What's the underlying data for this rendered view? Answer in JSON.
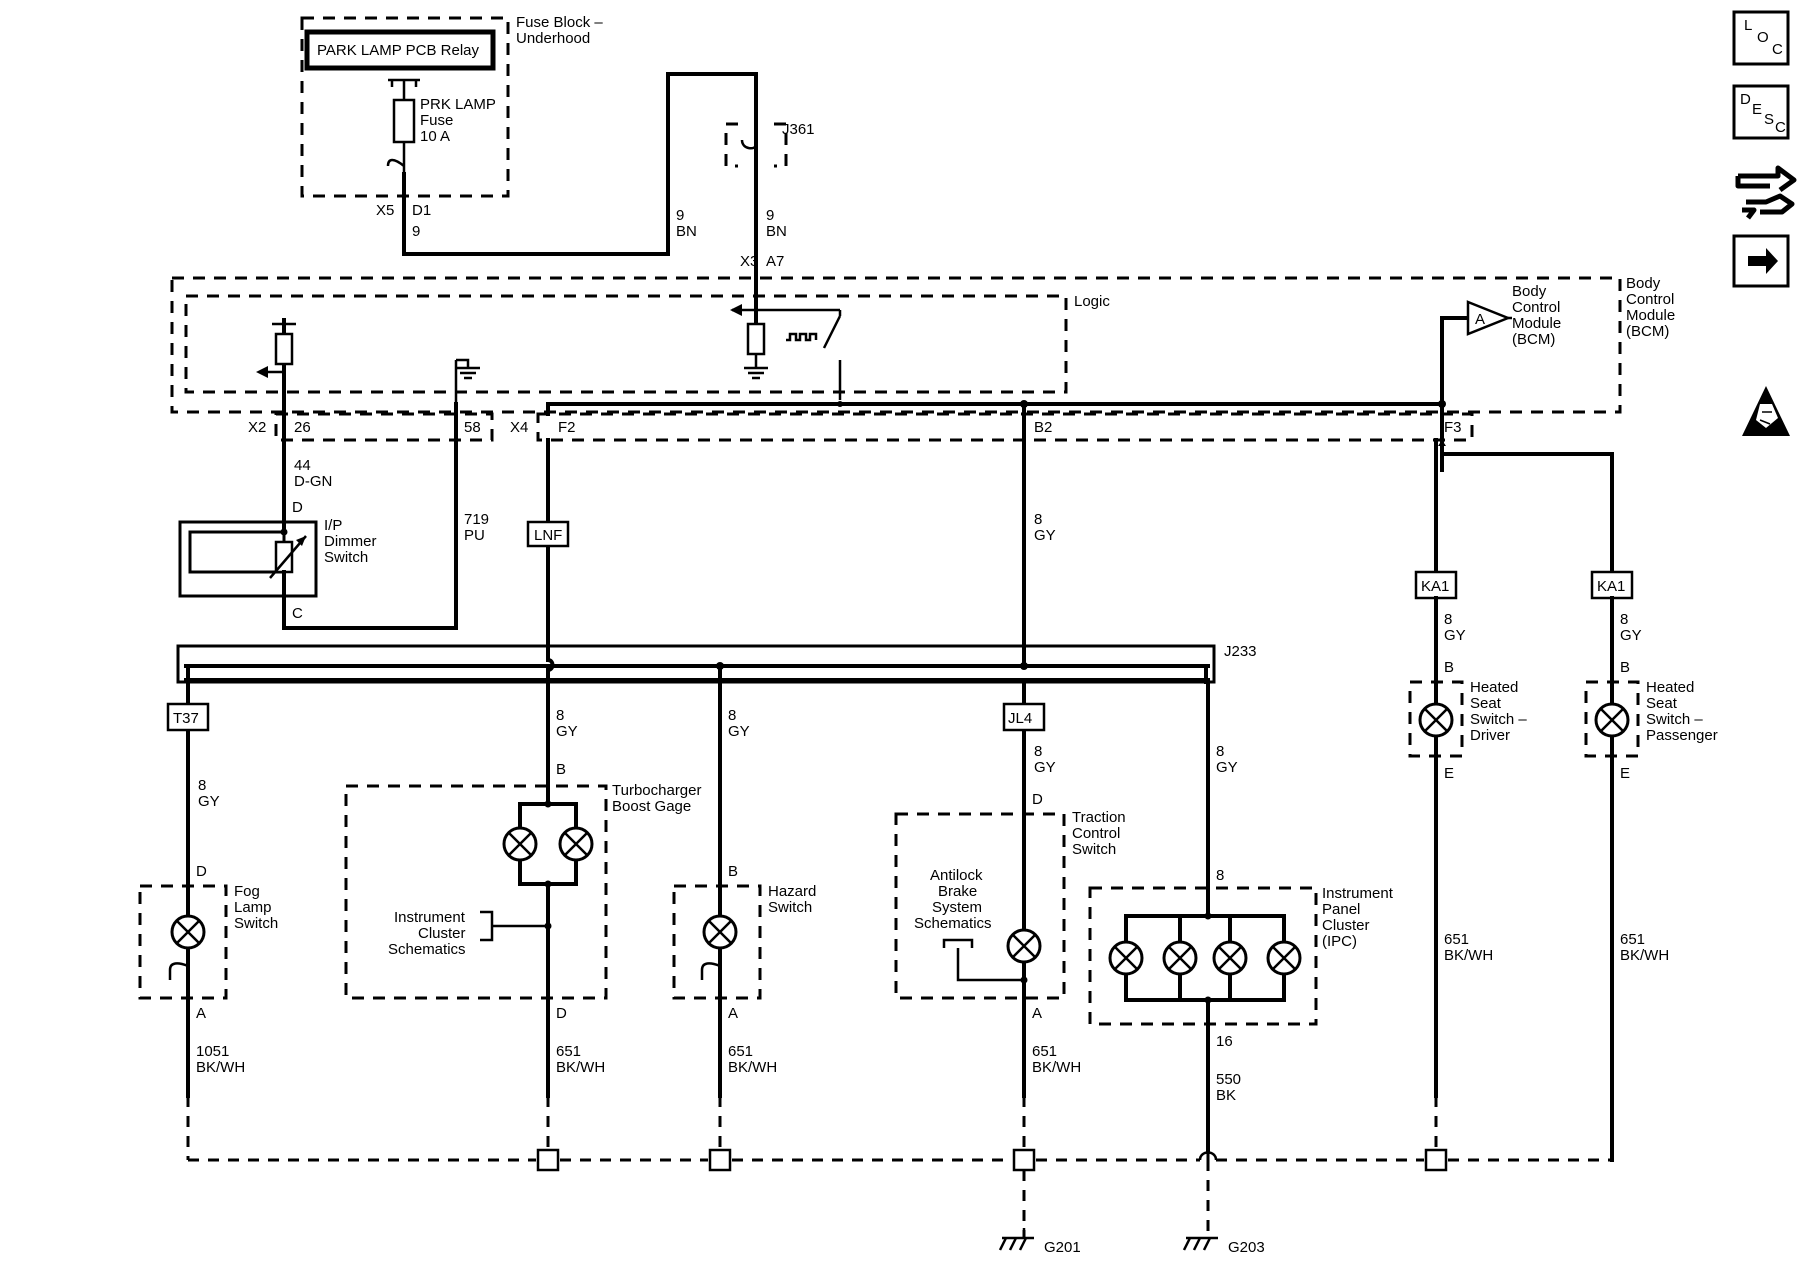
{
  "fuse_block": {
    "title1": "Fuse Block –",
    "title2": "Underhood",
    "relay": "PARK LAMP PCB Relay",
    "fuse1": "PRK LAMP",
    "fuse2": "Fuse",
    "fuse3": "10 A",
    "conn": "X5",
    "pin": "D1",
    "circuit": "9"
  },
  "wire_9bn_left": {
    "num": "9",
    "color": "BN"
  },
  "wire_9bn_right": {
    "num": "9",
    "color": "BN"
  },
  "splice_j361": "J361",
  "bcm": {
    "conn_x3": "X3",
    "pin_a7": "A7",
    "logic": "Logic",
    "outer1": "Body",
    "outer2": "Control",
    "outer3": "Module",
    "outer4": "(BCM)",
    "inner1": "Body",
    "inner2": "Control",
    "inner3": "Module",
    "inner4": "(BCM)",
    "tri": "A"
  },
  "connectors": {
    "x2": "X2",
    "p26": "26",
    "p58": "58",
    "x4": "X4",
    "f2": "F2",
    "b2": "B2",
    "f3": "F3"
  },
  "dimmer": {
    "wire_num": "44",
    "wire_color": "D-GN",
    "pin_d": "D",
    "l1": "I/P",
    "l2": "Dimmer",
    "l3": "Switch",
    "pin_c": "C",
    "w719": "719",
    "w719c": "PU"
  },
  "tags": {
    "lnf": "LNF",
    "t37": "T37",
    "jl4": "JL4",
    "ka1a": "KA1",
    "ka1b": "KA1"
  },
  "j233": "J233",
  "wire_8gy": {
    "num": "8",
    "color": "GY"
  },
  "fog": {
    "l1": "Fog",
    "l2": "Lamp",
    "l3": "Switch",
    "pin_d": "D",
    "pin_a": "A",
    "w_num": "1051",
    "w_col": "BK/WH"
  },
  "turbo": {
    "l1": "Turbocharger",
    "l2": "Boost Gage",
    "pin_b": "B",
    "pin_d": "D",
    "ref1": "Instrument",
    "ref2": "Cluster",
    "ref3": "Schematics",
    "w_num": "651",
    "w_col": "BK/WH"
  },
  "hazard": {
    "l1": "Hazard",
    "l2": "Switch",
    "pin_b": "B",
    "pin_a": "A",
    "w_num": "651",
    "w_col": "BK/WH"
  },
  "traction": {
    "l1": "Traction",
    "l2": "Control",
    "l3": "Switch",
    "pin_d": "D",
    "pin_a": "A",
    "ref1": "Antilock",
    "ref2": "Brake",
    "ref3": "System",
    "ref4": "Schematics",
    "w_num": "651",
    "w_col": "BK/WH"
  },
  "ipc": {
    "l1": "Instrument",
    "l2": "Panel",
    "l3": "Cluster",
    "l4": "(IPC)",
    "pin_top": "8",
    "pin_bot": "16",
    "w_num": "550",
    "w_col": "BK"
  },
  "seat_driver": {
    "l1": "Heated",
    "l2": "Seat",
    "l3": "Switch –",
    "l4": "Driver",
    "pin_b": "B",
    "pin_e": "E",
    "w_num": "651",
    "w_col": "BK/WH"
  },
  "seat_pass": {
    "l1": "Heated",
    "l2": "Seat",
    "l3": "Switch –",
    "l4": "Passenger",
    "pin_b": "B",
    "pin_e": "E",
    "w_num": "651",
    "w_col": "BK/WH"
  },
  "grounds": {
    "g201": "G201",
    "g203": "G203"
  },
  "nav": {
    "loc_l": "L",
    "loc_o": "O",
    "loc_c": "C",
    "desc_d": "D",
    "desc_e": "E",
    "desc_s": "S",
    "desc_c": "C"
  }
}
